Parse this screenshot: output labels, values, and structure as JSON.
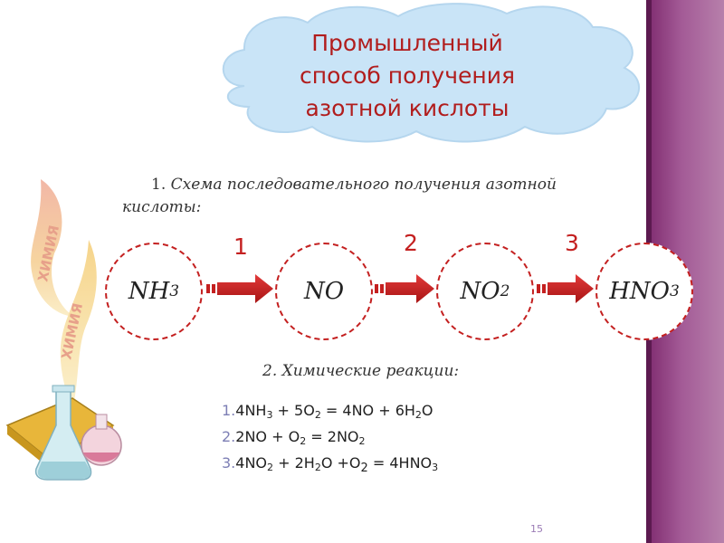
{
  "title": {
    "line1": "Промышленный",
    "line2": "способ получения",
    "line3": "азотной кислоты"
  },
  "section1": {
    "number": "1.",
    "text": "Схема последовательного получения азотной кислоты:"
  },
  "scheme": {
    "compounds": [
      {
        "base": "NH",
        "sub": "3"
      },
      {
        "base": "NO",
        "sub": ""
      },
      {
        "base": "NO",
        "sub": "2"
      },
      {
        "base": "HNO",
        "sub": "3"
      }
    ],
    "steps": [
      "1",
      "2",
      "3"
    ]
  },
  "section2": {
    "text": "2. Химические реакции:"
  },
  "reactions": [
    {
      "idx": "1.",
      "parts": [
        [
          "4NH",
          ""
        ],
        [
          "3",
          "s"
        ],
        [
          " + 5O",
          ""
        ],
        [
          "2",
          "s"
        ],
        [
          " = 4NO + 6H",
          ""
        ],
        [
          "2",
          "s"
        ],
        [
          "O",
          ""
        ]
      ]
    },
    {
      "idx": "2.",
      "parts": [
        [
          "2NO + O",
          ""
        ],
        [
          "2",
          "s"
        ],
        [
          " = 2NO",
          ""
        ],
        [
          "2",
          "s"
        ]
      ]
    },
    {
      "idx": "3.",
      "parts": [
        [
          "4NO",
          ""
        ],
        [
          "2",
          "s"
        ],
        [
          " + 2H",
          ""
        ],
        [
          "2",
          "s"
        ],
        [
          "O +O",
          ""
        ],
        [
          "2",
          "b"
        ],
        [
          " = 4HNO",
          ""
        ],
        [
          "3",
          "s"
        ]
      ]
    }
  ],
  "decoration": {
    "label_upper": "ХИМИЯ",
    "label_lower": "ХИМИЯ"
  },
  "page_number": "15",
  "colors": {
    "title": "#b11d1d",
    "accent_red": "#c42020",
    "band": "#8e3a80",
    "cloud": "#c9e4f7"
  }
}
